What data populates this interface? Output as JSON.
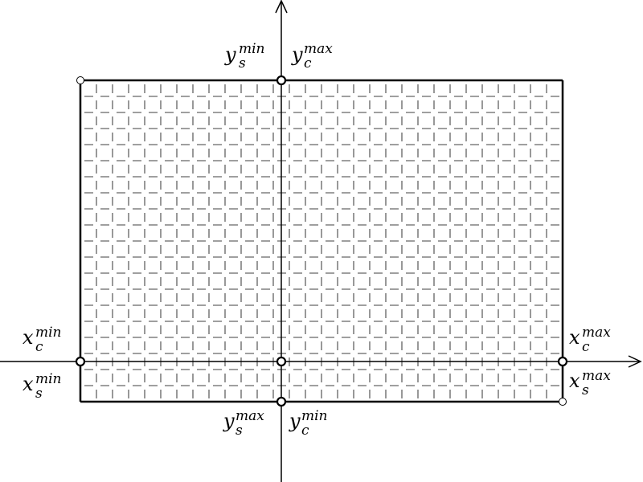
{
  "labels": {
    "ys_min": {
      "base": "y",
      "sub": "s",
      "sup": "min"
    },
    "yc_max": {
      "base": "y",
      "sub": "c",
      "sup": "max"
    },
    "xc_min": {
      "base": "x",
      "sub": "c",
      "sup": "min"
    },
    "xs_min": {
      "base": "x",
      "sub": "s",
      "sup": "min"
    },
    "xc_max": {
      "base": "x",
      "sub": "c",
      "sup": "max"
    },
    "xs_max": {
      "base": "x",
      "sub": "s",
      "sup": "max"
    },
    "ys_max": {
      "base": "y",
      "sub": "s",
      "sup": "max"
    },
    "yc_min": {
      "base": "y",
      "sub": "c",
      "sup": "min"
    }
  },
  "colors": {
    "ink": "#000000",
    "background": "#ffffff"
  },
  "grid": {
    "style": "dashed",
    "columns": 30,
    "rows": 20
  }
}
